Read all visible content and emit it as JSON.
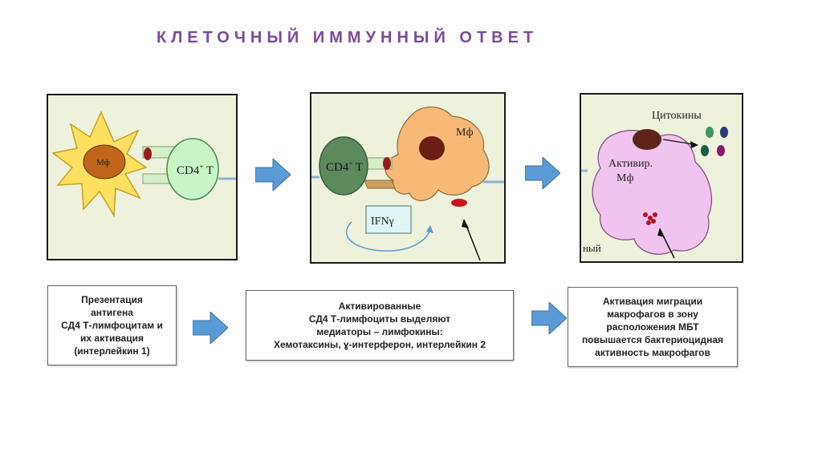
{
  "title": "КЛЕТОЧНЫЙ ИММУННЫЙ ОТВЕТ",
  "panel1": {
    "mf_label": "Мф",
    "cd4_label": "CD4",
    "cd4_sup": "+",
    "cd4_suffix": " T"
  },
  "panel2": {
    "mf_label": "Мф",
    "cd4_label": "CD4",
    "cd4_sup": "+",
    "cd4_suffix": " T",
    "ifn_label": "IFNγ"
  },
  "panel3": {
    "cytokines_label": "Цитокины",
    "activ_line1": "Активир.",
    "activ_line2": "Мф",
    "partial_text": "ный"
  },
  "box1": {
    "lines": [
      "Презентация",
      "антигена",
      "СД4 Т-лимфоцитам и",
      "их активация",
      "(интерлейкин 1)"
    ]
  },
  "box2": {
    "lines": [
      "Активированные",
      "СД4 Т-лимфоциты выделяют",
      "медиаторы – лимфокины:",
      "Хемотаксины, ɣ-интерферон, интерлейкин 2"
    ]
  },
  "box3": {
    "lines": [
      "Активация миграции",
      "макрофагов в зону",
      "расположения МБТ",
      "повышается бактериоцидная",
      "активность макрофагов"
    ]
  },
  "colors": {
    "title": "#7a4a9b",
    "arrow": "#5b9bd5",
    "panel_bg": "#eef2dc",
    "mf_star": "#fde061",
    "cd4_light": "#c8f5c8",
    "cd4_dark": "#5c8a5c",
    "macrophage": "#f8b976",
    "activated_mf": "#f0c4ef"
  }
}
